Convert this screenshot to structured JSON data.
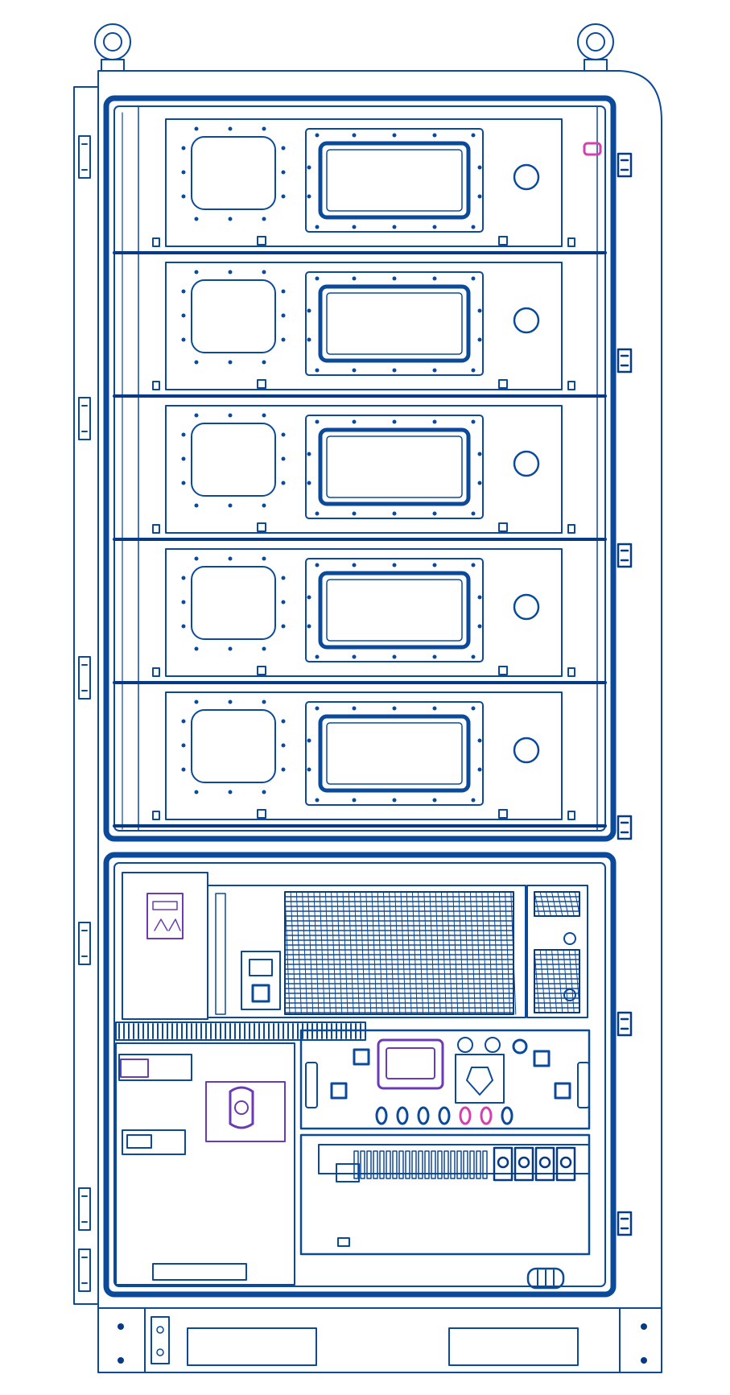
{
  "drawing": {
    "colors": {
      "line": "#0b4a9a",
      "line_dark": "#063a85",
      "accent_pink": "#d63fae",
      "accent_purple": "#6a3bb5",
      "background": "#ffffff"
    },
    "battery_module_count": 5,
    "lifting_eye_count": 2,
    "left_hinge_count": 6,
    "right_latch_count": 6,
    "indicator_lights": [
      {
        "name": "indicator-light-1",
        "color": "#0b4a9a"
      },
      {
        "name": "indicator-light-2",
        "color": "#0b4a9a"
      },
      {
        "name": "indicator-light-3",
        "color": "#0b4a9a"
      },
      {
        "name": "indicator-light-4",
        "color": "#0b4a9a"
      },
      {
        "name": "indicator-light-5",
        "color": "#d63fae"
      },
      {
        "name": "indicator-light-6",
        "color": "#d63fae"
      },
      {
        "name": "indicator-light-7",
        "color": "#0b4a9a"
      }
    ],
    "terminal_block_count": 4
  }
}
